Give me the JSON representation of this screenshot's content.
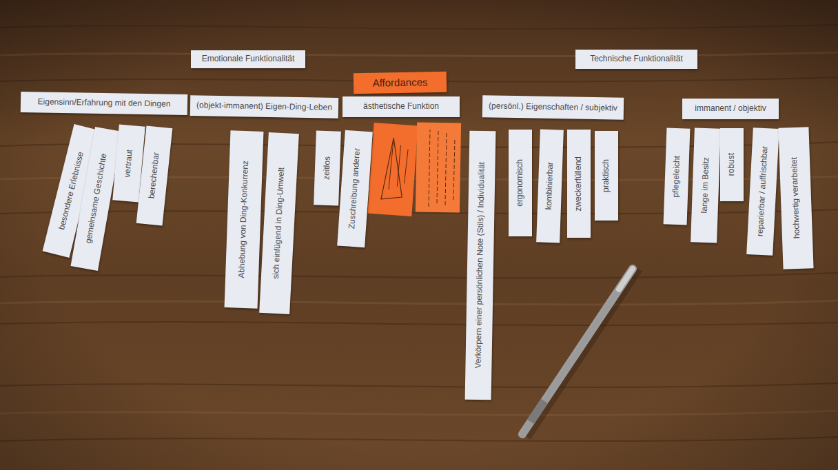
{
  "diagram": {
    "nodes": [
      {
        "text": [
          "Emotionale Funktionalität"
        ]
      },
      {
        "text": [
          "Technische Funktionalität"
        ]
      },
      {
        "text": [
          "Affordances"
        ]
      },
      {
        "text": [
          "Eigensinn/Erfahrung mit den Dingen"
        ]
      },
      {
        "text": [
          "(objekt-immanent) Eigen-Ding-Leben"
        ]
      },
      {
        "text": [
          "ästhetische Funktion"
        ]
      },
      {
        "text": [
          "(persönl.) Eigenschaften / subjektiv"
        ]
      },
      {
        "text": [
          "immanent / objektiv"
        ]
      },
      {
        "text": [
          "besondere Erlebnisse"
        ]
      },
      {
        "text": [
          "gemeinsame Geschichte"
        ]
      },
      {
        "text": [
          "vertraut"
        ]
      },
      {
        "text": [
          "berechenbar"
        ]
      },
      {
        "text": [
          "Abhebung von Ding-Konkurrenz"
        ]
      },
      {
        "text": [
          "sich einfügend in Ding-Umwelt"
        ]
      },
      {
        "text": [
          "zeitlos"
        ]
      },
      {
        "text": [
          "Zuschreibung anderer"
        ]
      },
      {
        "text": [
          "Verkörpern einer persönlichen Note (Stils) / Individualität"
        ]
      },
      {
        "text": [
          "ergonomisch"
        ]
      },
      {
        "text": [
          "kombinierbar"
        ]
      },
      {
        "text": [
          "zweckerfüllend"
        ]
      },
      {
        "text": [
          "praktisch"
        ]
      },
      {
        "text": [
          "pflegeleicht"
        ]
      },
      {
        "text": [
          "lange im Besitz"
        ]
      },
      {
        "text": [
          "robust"
        ]
      },
      {
        "text": [
          "reparierbar / auffrischbar"
        ]
      },
      {
        "text": [
          "hochwertig verarbeitet"
        ]
      }
    ]
  }
}
